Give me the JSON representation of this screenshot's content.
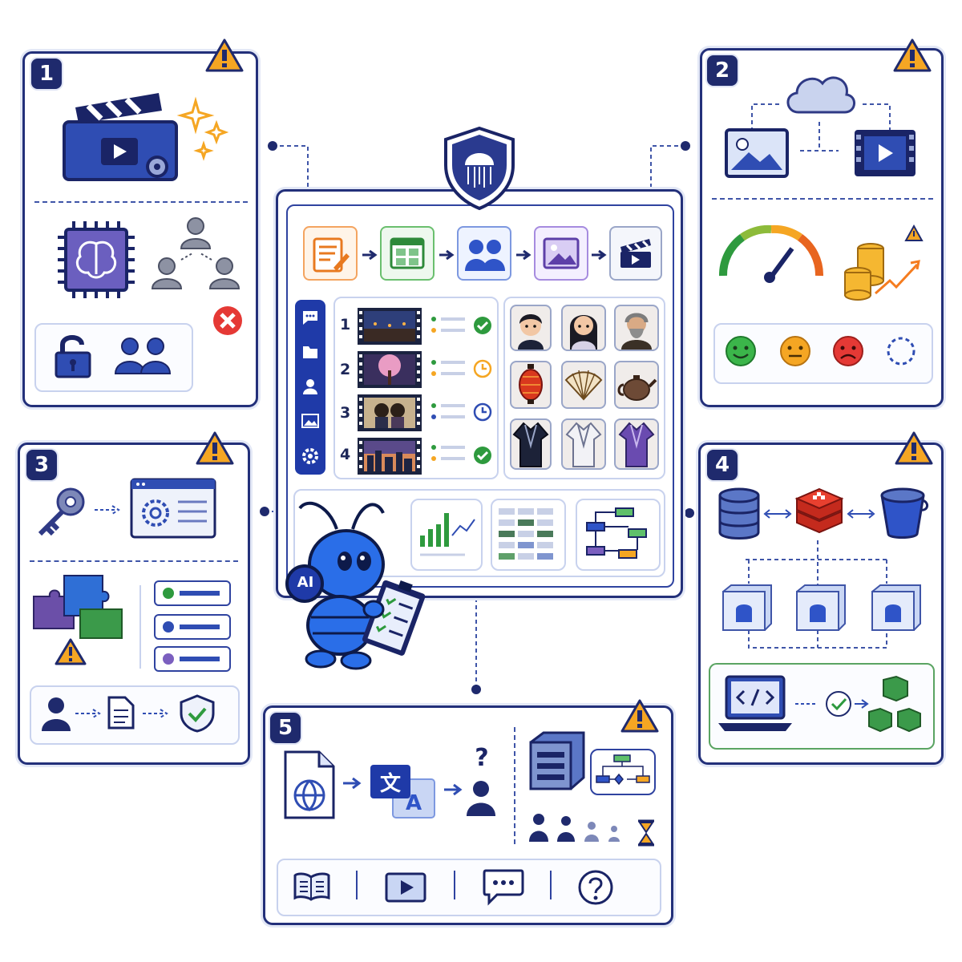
{
  "badges": {
    "p1": "1",
    "p2": "2",
    "p3": "3",
    "p4": "4",
    "p5": "5"
  },
  "center": {
    "steps": [
      "1",
      "2",
      "3",
      "4"
    ],
    "robot_label": "AI",
    "mascot": "jellyfish-shield-icon"
  },
  "panel5": {
    "question_mark": "?"
  },
  "colors": {
    "navy": "#1f2a6d",
    "blue": "#2f54c8",
    "warning": "#f5a623",
    "green": "#28a745",
    "red": "#e53935"
  },
  "icons": {
    "panel1": [
      "clapperboard-icon",
      "sparkles-icon",
      "gear-icon",
      "ai-chip-icon",
      "users-icon",
      "error-icon",
      "unlock-icon",
      "group-icon"
    ],
    "panel2": [
      "image-icon",
      "cloud-icon",
      "video-icon",
      "gauge-icon",
      "coins-icon",
      "happy-face-icon",
      "neutral-face-icon",
      "sad-face-icon",
      "loading-icon"
    ],
    "panel3": [
      "key-icon",
      "settings-window-icon",
      "puzzle-icon",
      "list-icon",
      "user-icon",
      "document-icon",
      "shield-check-icon"
    ],
    "panel4": [
      "database-icon",
      "redis-icon",
      "bucket-icon",
      "container-icon",
      "laptop-code-icon",
      "check-icon",
      "cubes-icon"
    ],
    "panel5": [
      "web-document-icon",
      "translate-icon",
      "user-question-icon",
      "server-icon",
      "flowchart-icon",
      "queue-users-icon",
      "hourglass-icon",
      "book-icon",
      "play-icon",
      "chat-icon",
      "help-icon"
    ]
  }
}
